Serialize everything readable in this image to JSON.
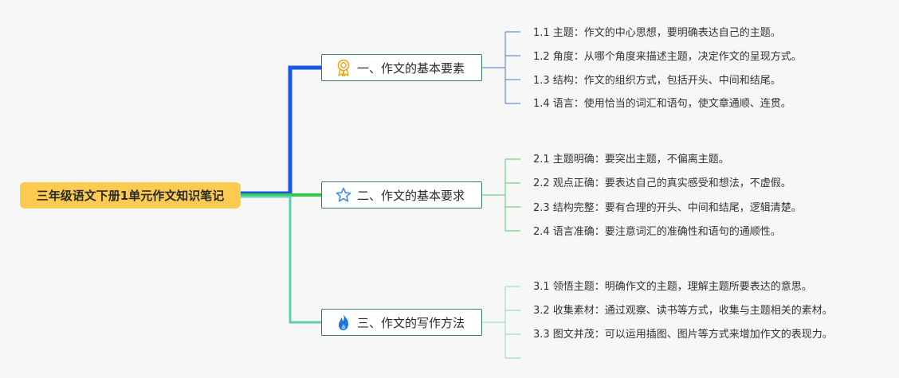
{
  "root": {
    "label": "三年级语文下册1单元作文知识笔记"
  },
  "branches": [
    {
      "label": "一、作文的基本要素",
      "icon": "award-ribbon-icon",
      "color": "#1a56e8",
      "leaves": [
        "1.1 主题：作文的中心思想，要明确表达自己的主题。",
        "1.2 角度：从哪个角度来描述主题，决定作文的呈现方式。",
        "1.3 结构：作文的组织方式，包括开头、中间和结尾。",
        "1.4 语言：使用恰当的词汇和语句，使文章通顺、连贯。"
      ]
    },
    {
      "label": "二、作文的基本要求",
      "icon": "star-outline-icon",
      "color": "#2ecc40",
      "leaves": [
        "2.1 主题明确：要突出主题，不偏离主题。",
        "2.2 观点正确：要表达自己的真实感受和想法，不虚假。",
        "2.3 结构完整：要有合理的开头、中间和结尾，逻辑清楚。",
        "2.4 语言准确：要注意词汇的准确性和语句的通顺性。"
      ]
    },
    {
      "label": "三、作文的写作方法",
      "icon": "flame-icon",
      "color": "#5fcfb0",
      "leaves": [
        "3.1 领悟主题：明确作文的主题，理解主题所要表达的意思。",
        "3.2 收集素材：通过观察、读书等方式，收集与主题相关的素材。",
        "3.3 图文并茂：可以运用插图、图片等方式来增加作文的表现力。"
      ]
    }
  ]
}
